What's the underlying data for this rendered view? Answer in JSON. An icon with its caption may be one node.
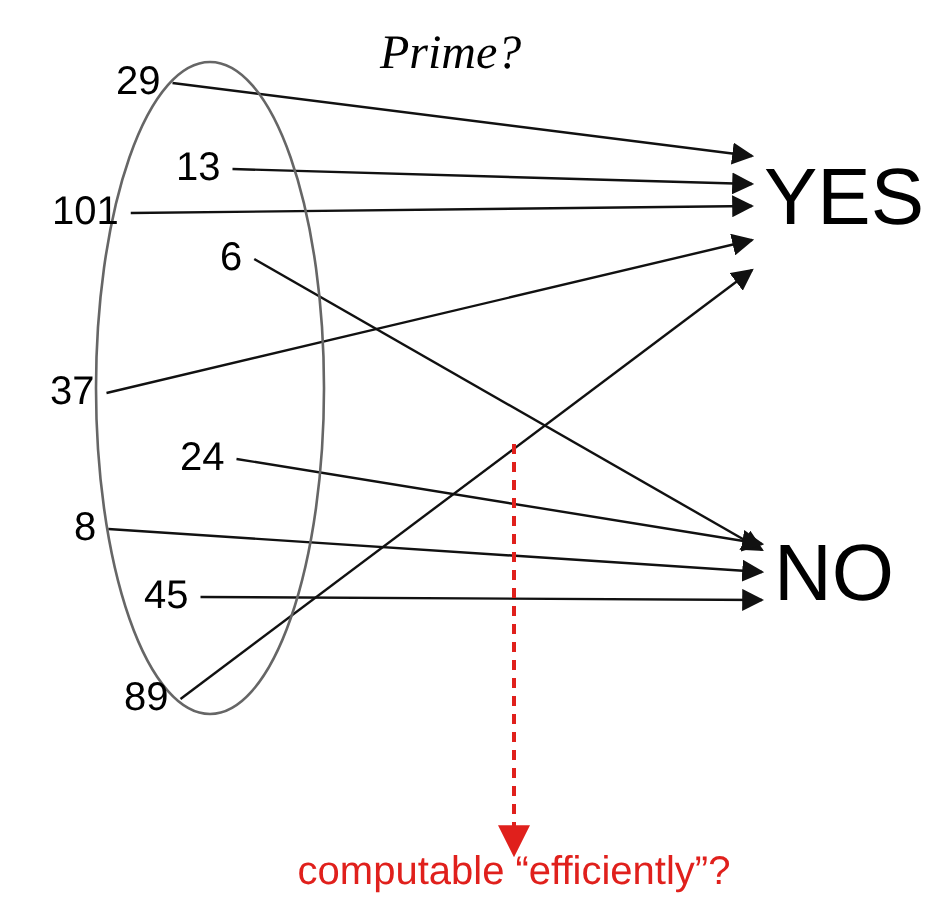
{
  "diagram": {
    "nodes": [
      {
        "text": [],
        "shape": "ellipse"
      },
      {
        "text": [
          "29"
        ],
        "in": 0
      },
      {
        "text": [
          "13"
        ],
        "in": 0
      },
      {
        "text": [
          "101"
        ]
      },
      {
        "text": [
          "6"
        ],
        "in": 0
      },
      {
        "text": [
          "37"
        ]
      },
      {
        "text": [
          "24"
        ],
        "in": 0
      },
      {
        "text": [
          "8"
        ]
      },
      {
        "text": [
          "45"
        ],
        "in": 0
      },
      {
        "text": [
          "89"
        ],
        "in": 0
      },
      {
        "text": [
          "YES"
        ]
      },
      {
        "text": [
          "NO"
        ]
      },
      {
        "text": [
          "computable “efficiently”?"
        ]
      }
    ],
    "edges": [
      {
        "from": 1,
        "to": 10,
        "arrow": "to"
      },
      {
        "from": 2,
        "to": 10,
        "arrow": "to"
      },
      {
        "from": 3,
        "to": 10,
        "arrow": "to"
      },
      {
        "from": 4,
        "to": 11,
        "arrow": "to"
      },
      {
        "from": 5,
        "to": 10,
        "arrow": "to"
      },
      {
        "from": 6,
        "to": 11,
        "arrow": "to"
      },
      {
        "from": 7,
        "to": 11,
        "arrow": "to"
      },
      {
        "from": 8,
        "to": 11,
        "arrow": "to"
      },
      {
        "from": 9,
        "to": 10,
        "arrow": "to"
      },
      {
        "from": null,
        "to": 12,
        "arrow": "to",
        "style": "dashed",
        "color": "#e0201c"
      }
    ],
    "labels": [
      "Prime?"
    ]
  }
}
